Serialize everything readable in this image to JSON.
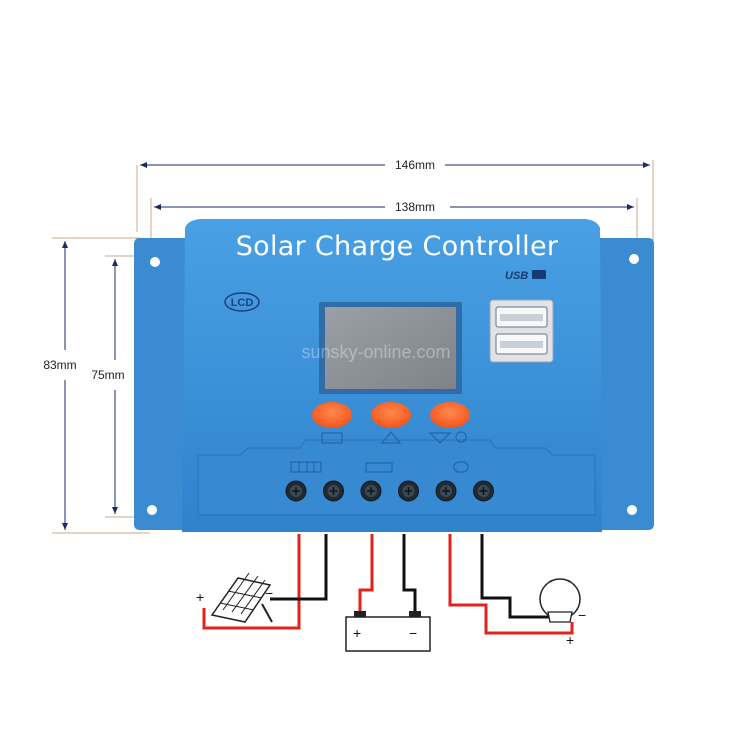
{
  "dimensions": {
    "outer_width": "146mm",
    "inner_width": "138mm",
    "outer_height": "83mm",
    "inner_height": "75mm"
  },
  "device": {
    "title": "Solar Charge Controller",
    "lcd_badge": "LCD",
    "usb_label": "USB",
    "body_color": "#3d8fd6",
    "button_color": "#ff6a2b"
  },
  "buttons": [
    "menu-button",
    "up-button",
    "down-button"
  ],
  "terminals": {
    "count": 6
  },
  "wiring": {
    "panel_plus": "+",
    "panel_minus": "−",
    "battery_plus": "+",
    "battery_minus": "−",
    "load_plus": "+",
    "load_minus": "−"
  },
  "watermark": "sunsky-online.com"
}
